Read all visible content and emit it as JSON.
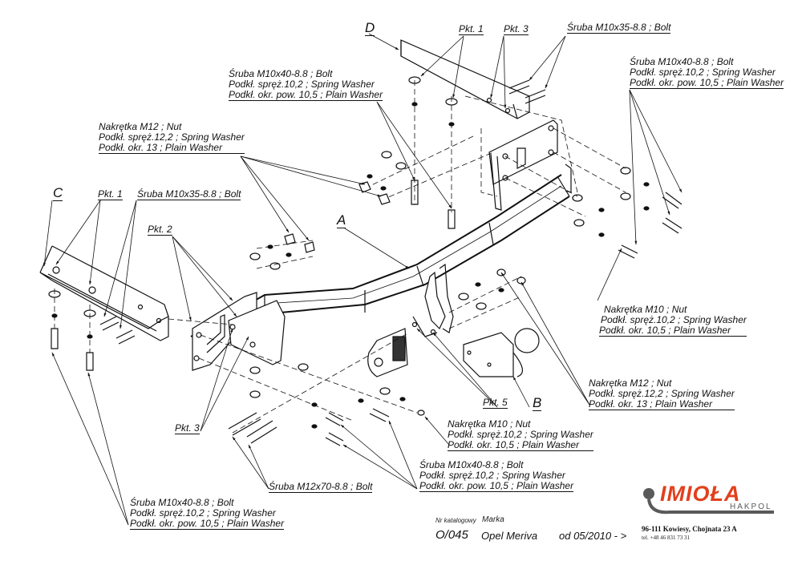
{
  "drawing": {
    "parts": {
      "A": "A",
      "B": "B",
      "C": "C",
      "D": "D"
    },
    "points": {
      "pkt1": "Pkt. 1",
      "pkt2": "Pkt. 2",
      "pkt3": "Pkt. 3",
      "pkt5": "Pkt. 5"
    },
    "callouts": {
      "top_bolt_m10x40": [
        "Śruba M10x40-8.8 ;  Bolt",
        "Podkł. spręż.10,2 ; Spring Washer",
        "Podkł. okr. pow. 10,5 ; Plain Washer"
      ],
      "top_bolt_m10x35": [
        "Śruba M10x35-8.8 ;  Bolt"
      ],
      "right_bolt_m10x40": [
        "Śruba M10x40-8.8 ;  Bolt",
        "Podkł. spręż.10,2 ; Spring Washer",
        "Podkł. okr. pow. 10,5 ; Plain Washer"
      ],
      "left_nut_m12": [
        "Nakrętka  M12 ; Nut",
        "Podkł. spręż.12,2 ; Spring Washer",
        "Podkł. okr. 13 ; Plain Washer"
      ],
      "left_bolt_m10x35": [
        "Śruba M10x35-8.8 ;  Bolt"
      ],
      "right_nut_m10": [
        "Nakrętka  M10 ; Nut",
        "Podkł. spręż.10,2 ; Spring Washer",
        "Podkł. okr. 10,5 ; Plain Washer"
      ],
      "right_nut_m12": [
        "Nakrętka  M12 ; Nut",
        "Podkł. spręż.12,2 ; Spring Washer",
        "Podkł. okr. 13 ; Plain Washer"
      ],
      "bottom_nut_m10": [
        "Nakrętka  M10 ; Nut",
        "Podkł. spręż.10,2 ; Spring Washer",
        "Podkł. okr. 10,5 ; Plain Washer"
      ],
      "bottom_bolt_m10x40": [
        "Śruba M10x40-8.8 ;  Bolt",
        "Podkł. spręż.10,2 ; Spring Washer",
        "Podkł. okr. pow. 10,5 ; Plain Washer"
      ],
      "bottom_bolt_m12x70": [
        "Śruba M12x70-8.8 ;  Bolt"
      ],
      "bottom_left_bolt_m10x40": [
        "Śruba M10x40-8.8 ;  Bolt",
        "Podkł. spręż.10,2 ; Spring Washer",
        "Podkł. okr. pow. 10,5 ; Plain Washer"
      ]
    }
  },
  "title_block": {
    "catalog_label": "Nr katalogowy",
    "brand_label": "Marka",
    "catalog_number": "O/045",
    "brand": "Opel Meriva",
    "years": "od 05/2010 - >"
  },
  "company": {
    "logo_name": "IMIOŁA",
    "logo_sub": "HAKPOL",
    "address": "96-111 Kowiesy, Chojnata 23 A",
    "phone": "tel. +48 46 831 73 31",
    "brand_color": "#e2401c",
    "logo_gray": "#5a5a5a"
  }
}
